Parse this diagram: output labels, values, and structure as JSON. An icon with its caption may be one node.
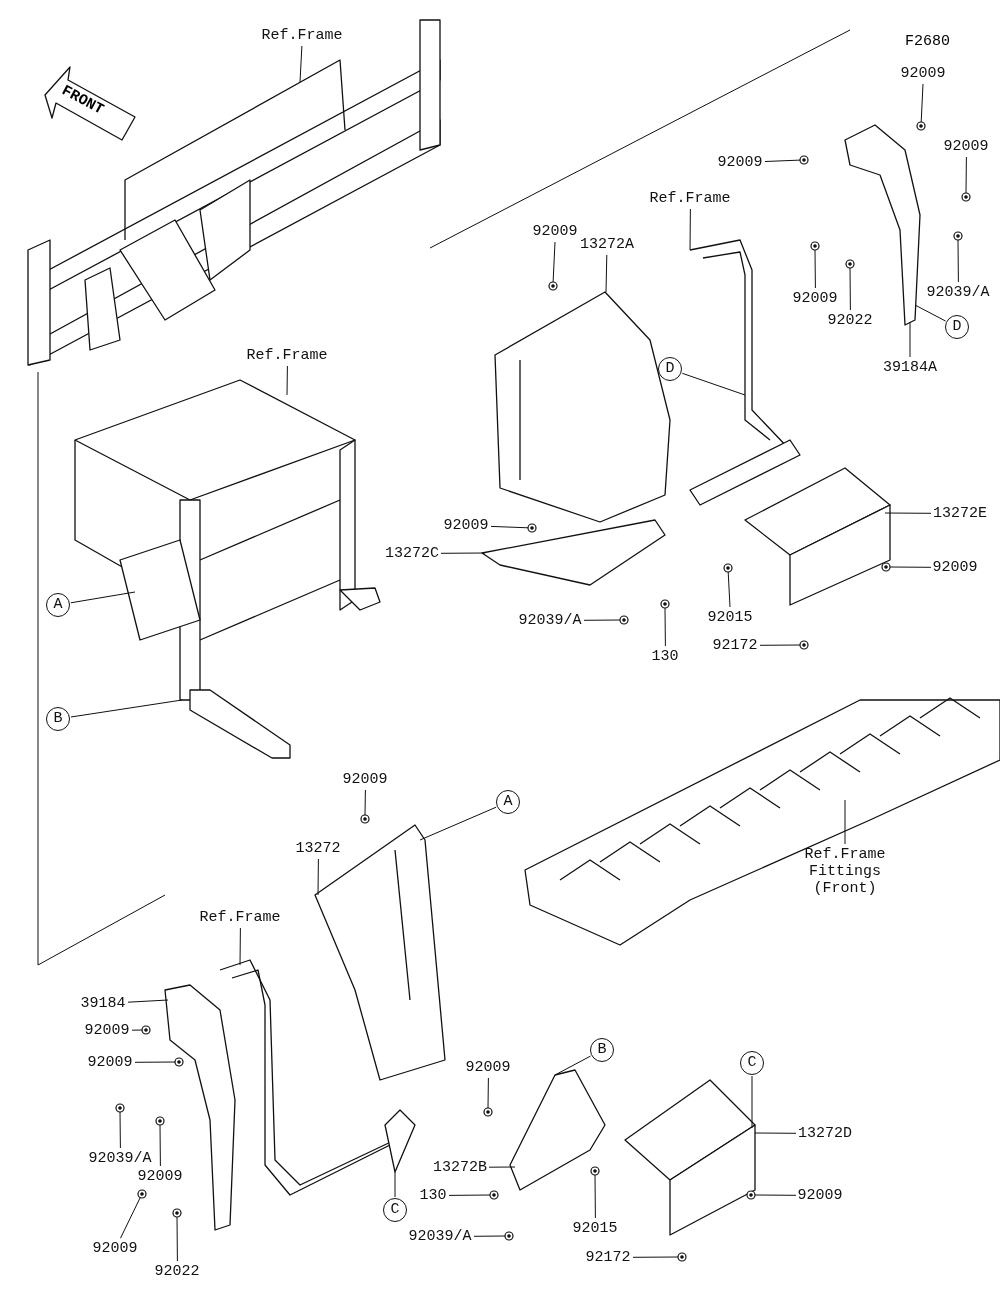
{
  "diagram": {
    "nodes": [
      {
        "text": [
          "Ref.Frame"
        ]
      },
      {
        "text": [
          "92009"
        ]
      },
      {
        "text": [
          "92009"
        ]
      },
      {
        "text": [
          "92009"
        ]
      },
      {
        "text": [
          "Ref.Frame"
        ]
      },
      {
        "text": [
          "92009"
        ]
      },
      {
        "text": [
          "13272A"
        ]
      },
      {
        "text": [
          "92009"
        ]
      },
      {
        "text": [
          "92022"
        ]
      },
      {
        "text": [
          "92039/A"
        ]
      },
      {
        "text": [
          "D"
        ]
      },
      {
        "text": [
          "39184A"
        ]
      },
      {
        "text": [
          "Ref.Frame"
        ]
      },
      {
        "text": [
          "D"
        ]
      },
      {
        "text": [
          "13272E"
        ]
      },
      {
        "text": [
          "92009"
        ]
      },
      {
        "text": [
          "13272C"
        ]
      },
      {
        "text": [
          "92009"
        ]
      },
      {
        "text": [
          "A"
        ]
      },
      {
        "text": [
          "92039/A"
        ]
      },
      {
        "text": [
          "92015"
        ]
      },
      {
        "text": [
          "130"
        ]
      },
      {
        "text": [
          "92172"
        ]
      },
      {
        "text": [
          "B"
        ]
      },
      {
        "text": [
          "92009"
        ]
      },
      {
        "text": [
          "A"
        ]
      },
      {
        "text": [
          "13272"
        ]
      },
      {
        "text": [
          "Ref.Frame Fittings (Front)"
        ]
      },
      {
        "text": [
          "Ref.Frame"
        ]
      },
      {
        "text": [
          "39184"
        ]
      },
      {
        "text": [
          "92009"
        ]
      },
      {
        "text": [
          "92009"
        ]
      },
      {
        "text": [
          "B"
        ]
      },
      {
        "text": [
          "C"
        ]
      },
      {
        "text": [
          "92009"
        ]
      },
      {
        "text": [
          "13272D"
        ]
      },
      {
        "text": [
          "92039/A"
        ]
      },
      {
        "text": [
          "13272B"
        ]
      },
      {
        "text": [
          "92009"
        ]
      },
      {
        "text": [
          "130"
        ]
      },
      {
        "text": [
          "92009"
        ]
      },
      {
        "text": [
          "C"
        ]
      },
      {
        "text": [
          "92015"
        ]
      },
      {
        "text": [
          "92039/A"
        ]
      },
      {
        "text": [
          "92009"
        ]
      },
      {
        "text": [
          "92172"
        ]
      },
      {
        "text": [
          "92022"
        ]
      },
      {
        "text": [],
        "shape": "picture"
      },
      {
        "text": [],
        "shape": "picture"
      },
      {
        "text": [],
        "shape": "picture"
      },
      {
        "text": [],
        "shape": "picture"
      },
      {
        "text": [],
        "shape": "picture"
      },
      {
        "text": [],
        "shape": "picture"
      },
      {
        "text": [],
        "shape": "picture"
      },
      {
        "text": [],
        "shape": "picture"
      },
      {
        "text": [],
        "shape": "picture"
      },
      {
        "text": [],
        "shape": "picture"
      },
      {
        "text": [],
        "shape": "picture"
      },
      {
        "text": [],
        "shape": "picture"
      },
      {
        "text": [],
        "shape": "picture"
      },
      {
        "text": [],
        "shape": "circle"
      },
      {
        "text": [],
        "shape": "circle"
      },
      {
        "text": [],
        "shape": "circle"
      },
      {
        "text": [],
        "shape": "circle"
      },
      {
        "text": [],
        "shape": "circle"
      },
      {
        "text": [],
        "shape": "circle"
      },
      {
        "text": [],
        "shape": "circle"
      },
      {
        "text": [],
        "shape": "circle"
      },
      {
        "text": [],
        "shape": "circle"
      },
      {
        "text": [],
        "shape": "circle"
      },
      {
        "text": [],
        "shape": "circle"
      },
      {
        "text": [],
        "shape": "circle"
      },
      {
        "text": [],
        "shape": "circle"
      },
      {
        "text": [],
        "shape": "circle"
      },
      {
        "text": [],
        "shape": "circle"
      },
      {
        "text": [],
        "shape": "circle"
      },
      {
        "text": [],
        "shape": "circle"
      },
      {
        "text": [],
        "shape": "circle"
      },
      {
        "text": [],
        "shape": "circle"
      },
      {
        "text": [],
        "shape": "circle"
      },
      {
        "text": [],
        "shape": "circle"
      },
      {
        "text": [],
        "shape": "circle"
      },
      {
        "text": [],
        "shape": "circle"
      },
      {
        "text": [],
        "shape": "circle"
      },
      {
        "text": [],
        "shape": "circle"
      },
      {
        "text": [],
        "shape": "circle"
      }
    ],
    "edges": [
      {
        "from": 0,
        "to": 47,
        "arrow": "none"
      },
      {
        "from": 1,
        "to": 60,
        "arrow": "none"
      },
      {
        "from": 2,
        "to": 61,
        "arrow": "none"
      },
      {
        "from": 3,
        "to": 62,
        "arrow": "none"
      },
      {
        "from": 4,
        "to": 50,
        "arrow": "none"
      },
      {
        "from": 5,
        "to": 63,
        "arrow": "none"
      },
      {
        "from": 6,
        "to": 49,
        "arrow": "none"
      },
      {
        "from": 7,
        "to": 64,
        "arrow": "none"
      },
      {
        "from": 8,
        "to": 65,
        "arrow": "none"
      },
      {
        "from": 9,
        "to": 66,
        "arrow": "none"
      },
      {
        "from": 10,
        "to": 51,
        "arrow": "none"
      },
      {
        "from": 11,
        "to": 51,
        "arrow": "none"
      },
      {
        "from": 12,
        "to": 48,
        "arrow": "none"
      },
      {
        "from": 13,
        "to": 50,
        "arrow": "none"
      },
      {
        "from": 14,
        "to": 52,
        "arrow": "none"
      },
      {
        "from": 15,
        "to": 67,
        "arrow": "none"
      },
      {
        "from": 16,
        "to": 53,
        "arrow": "none"
      },
      {
        "from": 17,
        "to": 68,
        "arrow": "none"
      },
      {
        "from": 18,
        "to": 48,
        "arrow": "none"
      },
      {
        "from": 19,
        "to": 69,
        "arrow": "none"
      },
      {
        "from": 20,
        "to": 70,
        "arrow": "none"
      },
      {
        "from": 21,
        "to": 71,
        "arrow": "none"
      },
      {
        "from": 22,
        "to": 72,
        "arrow": "none"
      },
      {
        "from": 23,
        "to": 48,
        "arrow": "none"
      },
      {
        "from": 24,
        "to": 73,
        "arrow": "none"
      },
      {
        "from": 25,
        "to": 55,
        "arrow": "none"
      },
      {
        "from": 26,
        "to": 55,
        "arrow": "none"
      },
      {
        "from": 27,
        "to": 54,
        "arrow": "none"
      },
      {
        "from": 28,
        "to": 56,
        "arrow": "none"
      },
      {
        "from": 29,
        "to": 57,
        "arrow": "none"
      },
      {
        "from": 30,
        "to": 74,
        "arrow": "none"
      },
      {
        "from": 31,
        "to": 75,
        "arrow": "none"
      },
      {
        "from": 32,
        "to": 58,
        "arrow": "none"
      },
      {
        "from": 33,
        "to": 59,
        "arrow": "none"
      },
      {
        "from": 34,
        "to": 76,
        "arrow": "none"
      },
      {
        "from": 35,
        "to": 59,
        "arrow": "none"
      },
      {
        "from": 36,
        "to": 77,
        "arrow": "none"
      },
      {
        "from": 37,
        "to": 58,
        "arrow": "none"
      },
      {
        "from": 38,
        "to": 78,
        "arrow": "none"
      },
      {
        "from": 39,
        "to": 79,
        "arrow": "none"
      },
      {
        "from": 40,
        "to": 80,
        "arrow": "none"
      },
      {
        "from": 41,
        "to": 56,
        "arrow": "none"
      },
      {
        "from": 42,
        "to": 81,
        "arrow": "none"
      },
      {
        "from": 43,
        "to": 82,
        "arrow": "none"
      },
      {
        "from": 44,
        "to": 83,
        "arrow": "none"
      },
      {
        "from": 45,
        "to": 84,
        "arrow": "none"
      },
      {
        "from": 46,
        "to": 85,
        "arrow": "none"
      }
    ],
    "labels": [
      "FRONT",
      "F2680"
    ]
  }
}
